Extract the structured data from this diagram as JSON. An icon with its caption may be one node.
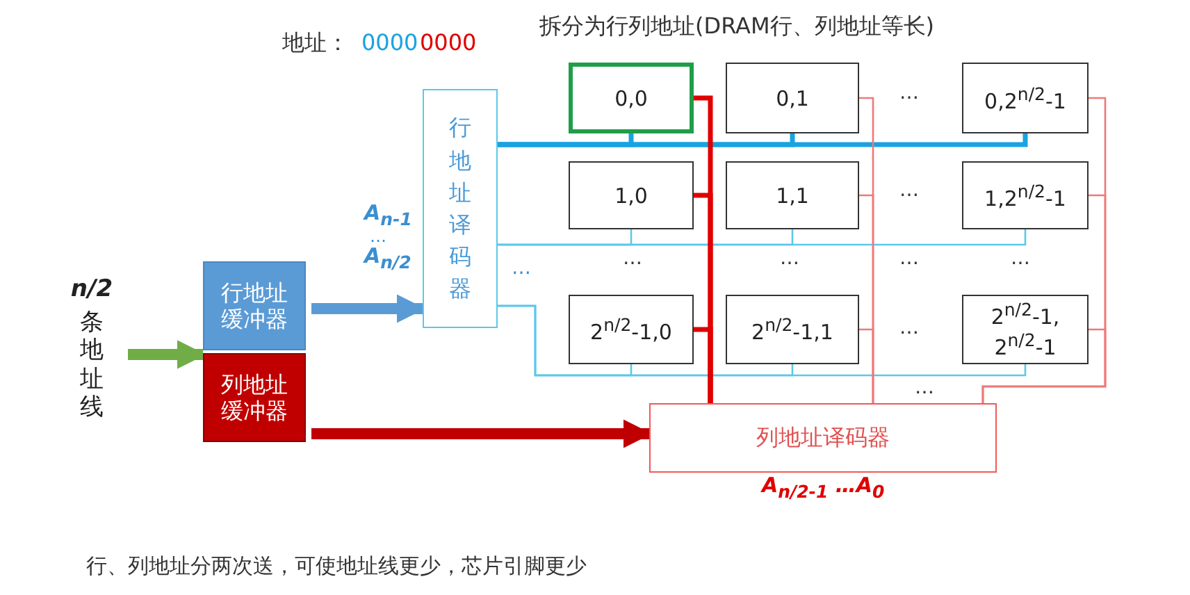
{
  "diagram": {
    "title": "拆分为行列地址(DRAM行、列地址等长)",
    "caption": "行、列地址分两次送，可使地址线更少，芯片引脚更少",
    "nodes": [
      {
        "text": [
          "n/2",
          "条地址线"
        ]
      },
      {
        "text": [
          "行地址缓冲器"
        ]
      },
      {
        "text": [
          "列地址缓冲器"
        ]
      },
      {
        "text": [
          "行地址译码器"
        ]
      },
      {
        "text": [
          "0,0"
        ]
      },
      {
        "text": [
          "0,1"
        ]
      },
      {
        "text": [
          "0,2$^{n/2}$-1"
        ]
      },
      {
        "text": [
          "1,0"
        ]
      },
      {
        "text": [
          "1,1"
        ]
      },
      {
        "text": [
          "1,2$^{n/2}$-1"
        ]
      },
      {
        "text": [
          "2$^{n/2}$-1,0"
        ]
      },
      {
        "text": [
          "2$^{n/2}$-1,1"
        ]
      },
      {
        "text": [
          "2$^{n/2}$-1, 2$^{n/2}$-1"
        ]
      },
      {
        "text": [
          "列地址译码器"
        ]
      }
    ],
    "edges": [
      {
        "from": 0,
        "to": 1,
        "arrow": "to",
        "style": "thick",
        "color": "#70ad47"
      },
      {
        "from": 0,
        "to": 2,
        "arrow": "to",
        "style": "thick",
        "color": "#70ad47"
      },
      {
        "from": 1,
        "to": 3,
        "arrow": "to",
        "style": "thick",
        "color": "#5b9bd5"
      },
      {
        "from": 2,
        "to": 13,
        "arrow": "to",
        "style": "thick",
        "color": "#c00000"
      },
      {
        "from": 3,
        "to": 4,
        "arrow": "none",
        "style": "thick",
        "color": "#1aa3e0"
      },
      {
        "from": 3,
        "to": 5,
        "arrow": "none",
        "style": "thick",
        "color": "#1aa3e0"
      },
      {
        "from": 3,
        "to": 6,
        "arrow": "none",
        "style": "thick",
        "color": "#1aa3e0"
      },
      {
        "from": 3,
        "to": 7,
        "arrow": "none",
        "color": "#5bc8ea"
      },
      {
        "from": 3,
        "to": 8,
        "arrow": "none",
        "color": "#5bc8ea"
      },
      {
        "from": 3,
        "to": 9,
        "arrow": "none",
        "color": "#5bc8ea"
      },
      {
        "from": 3,
        "to": 10,
        "arrow": "none",
        "color": "#5bc8ea"
      },
      {
        "from": 3,
        "to": 11,
        "arrow": "none",
        "color": "#5bc8ea"
      },
      {
        "from": 3,
        "to": 12,
        "arrow": "none",
        "color": "#5bc8ea"
      },
      {
        "from": 13,
        "to": 4,
        "arrow": "none",
        "style": "thick",
        "color": "#e00000"
      },
      {
        "from": 13,
        "to": 7,
        "arrow": "none",
        "style": "thick",
        "color": "#e00000"
      },
      {
        "from": 13,
        "to": 10,
        "arrow": "none",
        "style": "thick",
        "color": "#e00000"
      },
      {
        "from": 13,
        "to": 5,
        "arrow": "none",
        "color": "#f07878"
      },
      {
        "from": 13,
        "to": 8,
        "arrow": "none",
        "color": "#f07878"
      },
      {
        "from": 13,
        "to": 11,
        "arrow": "none",
        "color": "#f07878"
      },
      {
        "from": 13,
        "to": 6,
        "arrow": "none",
        "color": "#f07878"
      },
      {
        "from": 13,
        "to": 9,
        "arrow": "none",
        "color": "#f07878"
      },
      {
        "from": 13,
        "to": 12,
        "arrow": "none",
        "color": "#f07878"
      }
    ],
    "labels": [
      "地址：",
      "0000",
      "0000",
      "…",
      "…",
      "A$_{n-1}$",
      "…",
      "A$_{n/2}$",
      "…",
      "…",
      "…",
      "…",
      "…",
      "…",
      "…",
      "A$_{n/2-1}$ …A$_{0}$"
    ]
  }
}
